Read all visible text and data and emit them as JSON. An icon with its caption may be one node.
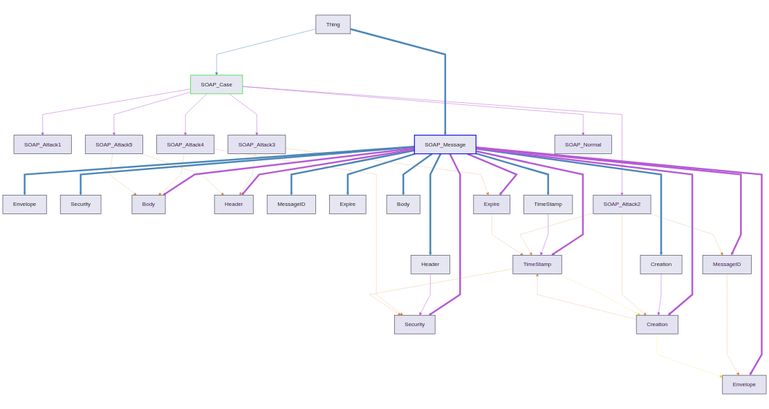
{
  "diagram": {
    "nodes": [
      {
        "text": [
          "SOAP_Attack1"
        ]
      },
      {
        "text": [
          "SOAP_Case"
        ]
      },
      {
        "text": [
          "Thing"
        ]
      },
      {
        "text": [
          "SOAP_Message"
        ]
      },
      {
        "text": [
          "SOAP_Attack4"
        ]
      },
      {
        "text": [
          "Creation"
        ]
      },
      {
        "text": [
          "Envelope"
        ]
      },
      {
        "text": [
          "Envelope"
        ]
      },
      {
        "text": [
          "SOAP_Attack3"
        ]
      },
      {
        "text": [
          "Security"
        ]
      },
      {
        "text": [
          "Body"
        ]
      },
      {
        "text": [
          "Header"
        ]
      },
      {
        "text": [
          "MessageID"
        ]
      },
      {
        "text": [
          "SOAP_Attack5"
        ]
      },
      {
        "text": [
          "Expire"
        ]
      },
      {
        "text": [
          "SOAP_Attack2"
        ]
      },
      {
        "text": [
          "Body"
        ]
      },
      {
        "text": [
          "TimeStamp"
        ]
      },
      {
        "text": [
          "Security"
        ]
      },
      {
        "text": [
          "SOAP_Normal"
        ]
      },
      {
        "text": [
          "Expire"
        ]
      },
      {
        "text": [
          "MessageID"
        ]
      },
      {
        "text": [
          "Header"
        ]
      },
      {
        "text": [
          "TimeStamp"
        ]
      },
      {
        "text": [
          "Creation"
        ]
      }
    ],
    "edges": [
      {
        "from": 2,
        "to": 1,
        "arrow": "to",
        "color": "#4a86b8"
      },
      {
        "from": 2,
        "to": 3,
        "arrow": "to",
        "style": "thick",
        "color": "#4a86b8"
      },
      {
        "from": 3,
        "to": 5,
        "arrow": "to",
        "style": "thick",
        "color": "#4a86b8"
      },
      {
        "from": 3,
        "to": 6,
        "arrow": "to",
        "style": "thick",
        "color": "#4a86b8"
      },
      {
        "from": 3,
        "to": 9,
        "arrow": "to",
        "style": "thick",
        "color": "#4a86b8"
      },
      {
        "from": 3,
        "to": 14,
        "arrow": "to",
        "style": "thick",
        "color": "#4a86b8"
      },
      {
        "from": 3,
        "to": 17,
        "arrow": "to",
        "style": "thick",
        "color": "#4a86b8"
      },
      {
        "from": 3,
        "to": 22,
        "arrow": "to",
        "style": "thick",
        "color": "#4a86b8"
      },
      {
        "from": 3,
        "to": 12,
        "arrow": "to",
        "style": "thick",
        "color": "#4a86b8"
      },
      {
        "from": 3,
        "to": 16,
        "arrow": "to",
        "style": "thick",
        "color": "#4a86b8"
      },
      {
        "from": 1,
        "to": 0,
        "arrow": "to"
      },
      {
        "from": 1,
        "to": 4,
        "arrow": "to"
      },
      {
        "from": 1,
        "to": 8,
        "arrow": "to"
      },
      {
        "from": 1,
        "to": 13,
        "arrow": "to"
      },
      {
        "from": 1,
        "to": 15,
        "arrow": "to"
      },
      {
        "from": 1,
        "to": 19,
        "arrow": "to"
      },
      {
        "from": 3,
        "to": 7,
        "arrow": "to",
        "style": "thick"
      },
      {
        "from": 3,
        "to": 10,
        "arrow": "to",
        "style": "thick"
      },
      {
        "from": 3,
        "to": 11,
        "arrow": "to",
        "style": "thick"
      },
      {
        "from": 3,
        "to": 18,
        "arrow": "to",
        "style": "thick"
      },
      {
        "from": 3,
        "to": 20,
        "arrow": "to",
        "style": "thick"
      },
      {
        "from": 3,
        "to": 23,
        "arrow": "to",
        "style": "thick"
      },
      {
        "from": 3,
        "to": 21,
        "arrow": "to",
        "style": "thick"
      },
      {
        "from": 3,
        "to": 24,
        "arrow": "to",
        "style": "thick"
      },
      {
        "from": 5,
        "to": 24,
        "arrow": "to"
      },
      {
        "from": 17,
        "to": 23,
        "arrow": "to"
      },
      {
        "from": 22,
        "to": 18,
        "arrow": "to"
      },
      {
        "from": 4,
        "to": 10,
        "arrow": "to",
        "style": "dashed",
        "color": "#d98c3f"
      },
      {
        "from": 4,
        "to": 18,
        "arrow": "to",
        "style": "dashed",
        "color": "#d98c3f"
      },
      {
        "from": 8,
        "to": 11,
        "arrow": "to",
        "style": "dashed",
        "color": "#d98c3f"
      },
      {
        "from": 8,
        "to": 20,
        "arrow": "to",
        "style": "dashed",
        "color": "#d98c3f"
      },
      {
        "from": 13,
        "to": 10,
        "arrow": "to",
        "style": "dashed",
        "color": "#d98c3f"
      },
      {
        "from": 13,
        "to": 11,
        "arrow": "to",
        "style": "dashed",
        "color": "#d98c3f"
      },
      {
        "from": 15,
        "to": 21,
        "arrow": "to",
        "style": "dashed",
        "color": "#d98c3f"
      },
      {
        "from": 15,
        "to": 23,
        "arrow": "to",
        "style": "dashed",
        "color": "#d98c3f"
      },
      {
        "from": 15,
        "to": 24,
        "arrow": "to",
        "style": "dashed",
        "color": "#d98c3f"
      },
      {
        "from": 24,
        "to": 23,
        "arrow": "to",
        "style": "dashed",
        "color": "#d98c3f"
      },
      {
        "from": 23,
        "to": 18,
        "arrow": "to",
        "style": "dashed",
        "color": "#d98c3f"
      },
      {
        "from": 21,
        "to": 7,
        "arrow": "to",
        "style": "dashed",
        "color": "#d98c3f"
      },
      {
        "from": 20,
        "to": 23,
        "arrow": "to",
        "style": "dashed",
        "color": "#d98c3f"
      },
      {
        "from": 23,
        "to": 24,
        "arrow": "to",
        "style": "dashed",
        "color": "#f2d333"
      },
      {
        "from": 24,
        "to": 7,
        "arrow": "to",
        "style": "dashed",
        "color": "#f2d333"
      }
    ]
  }
}
